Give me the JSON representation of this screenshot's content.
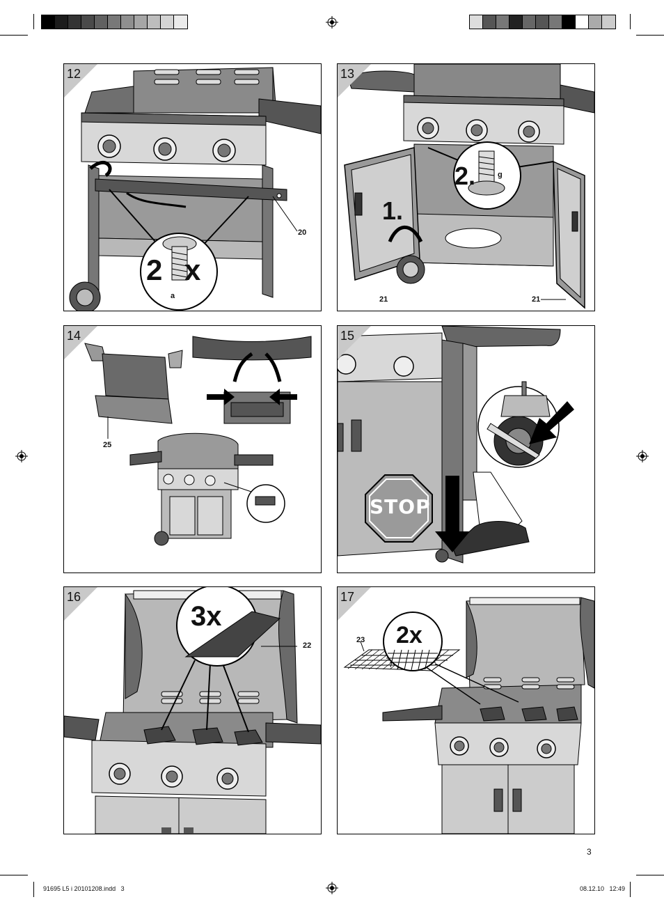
{
  "colors": {
    "left_bar": [
      "#000000",
      "#1c1c1c",
      "#333333",
      "#4a4a4a",
      "#616161",
      "#787878",
      "#8f8f8f",
      "#a6a6a6",
      "#bdbdbd",
      "#d4d4d4",
      "#ebebeb",
      "#ffffff"
    ],
    "right_bar": [
      "#dddddd",
      "#555555",
      "#777777",
      "#222222",
      "#666666",
      "#555555",
      "#777777",
      "#000000",
      "#ffffff",
      "#aaaaaa",
      "#cccccc",
      "#bbbbbb"
    ],
    "panel_corner": "#c9c9c9",
    "stop_sign": "#9a9a9a"
  },
  "steps": {
    "s12": {
      "number": "12",
      "count": "2 x",
      "labels": {
        "part_a": "a",
        "part_20": "20"
      }
    },
    "s13": {
      "number": "13",
      "step1": "1.",
      "step2": "2.",
      "labels": {
        "part_g": "g",
        "part_21_left": "21",
        "part_21_right": "21"
      }
    },
    "s14": {
      "number": "14",
      "labels": {
        "part_25": "25"
      }
    },
    "s15": {
      "number": "15",
      "stop_text": "STOP"
    },
    "s16": {
      "number": "16",
      "count": "3x",
      "labels": {
        "part_22": "22"
      }
    },
    "s17": {
      "number": "17",
      "count": "2x",
      "labels": {
        "part_23": "23"
      }
    }
  },
  "page_number": "3",
  "footer": {
    "file": "91695 L5 i 20101208.indd   3",
    "timestamp": "08.12.10   12:49"
  },
  "icons": [
    "registration-mark",
    "screw-icon",
    "rotate-arrow-icon",
    "stop-sign-icon",
    "caster-wheel-icon"
  ]
}
